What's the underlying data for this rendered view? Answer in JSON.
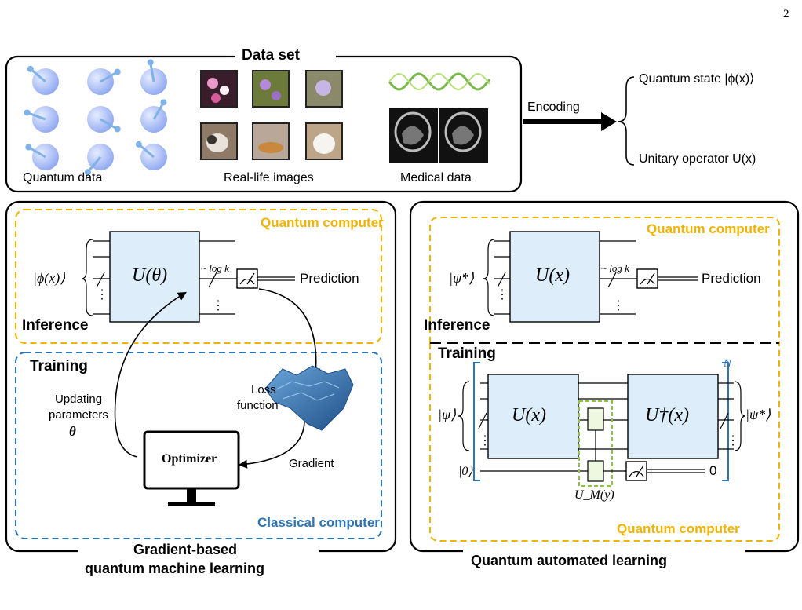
{
  "page_number": "2",
  "dataset": {
    "title": "Data set",
    "groups": [
      {
        "label": "Quantum data"
      },
      {
        "label": "Real-life images"
      },
      {
        "label": "Medical data"
      }
    ]
  },
  "encoding": {
    "label": "Encoding",
    "outputs": [
      {
        "text": "Quantum state |ϕ(x)⟩"
      },
      {
        "text": "Unitary operator U(x)"
      }
    ]
  },
  "left_panel": {
    "caption_line1": "Gradient-based",
    "caption_line2": "quantum machine learning",
    "quantum_box_label": "Quantum computer",
    "classical_box_label": "Classical computer",
    "inference_label": "Inference",
    "training_label": "Training",
    "input_state": "|ϕ(x)⟩",
    "unitary": "U(θ)",
    "log_label": "~ log k",
    "prediction": "Prediction",
    "updating_line1": "Updating",
    "updating_line2": "parameters",
    "theta": "θ",
    "loss_line1": "Loss",
    "loss_line2": "function",
    "optimizer": "Optimizer",
    "gradient": "Gradient"
  },
  "right_panel": {
    "caption": "Quantum automated learning",
    "quantum_top_label": "Quantum computer",
    "quantum_bottom_label": "Quantum computer",
    "inference_label": "Inference",
    "training_label": "Training",
    "input_state_top": "|ψ*⟩",
    "unitary_top": "U(x)",
    "log_label": "~ log k",
    "prediction": "Prediction",
    "input_state_bottom": "|ψ⟩",
    "unitary_left": "U(x)",
    "unitary_right": "U†(x)",
    "output_state": "|ψ*⟩",
    "ancilla": "|0⟩",
    "measured": "0",
    "um_label": "U_M(y)",
    "repeat": "N"
  },
  "colors": {
    "yellow_dash": "#f0b400",
    "blue_dash": "#2e75b6",
    "gate_fill": "#ddeefa",
    "small_gate_fill": "#eef8e0",
    "green_dash": "#8cc63f",
    "sphere": "#a9bff5",
    "arrow": "#7fb2e6",
    "loss_surface": "#2f6ea8"
  }
}
